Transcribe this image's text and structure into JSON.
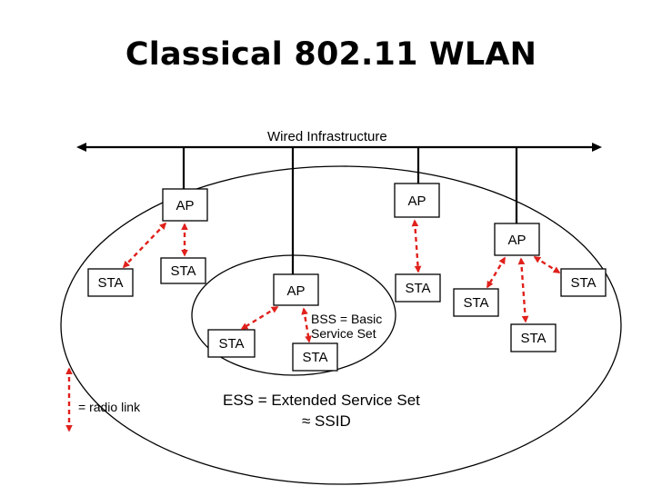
{
  "title": "Classical 802.11 WLAN",
  "labels": {
    "wired": "Wired Infrastructure",
    "ap": "AP",
    "sta": "STA",
    "bss_line1": "BSS = Basic",
    "bss_line2": "Service Set",
    "ess_line1": "ESS = Extended Service Set",
    "ess_line2": "≈ SSID",
    "legend": "= radio link"
  },
  "colors": {
    "radio_link": "#e0201b",
    "line": "#000000"
  }
}
